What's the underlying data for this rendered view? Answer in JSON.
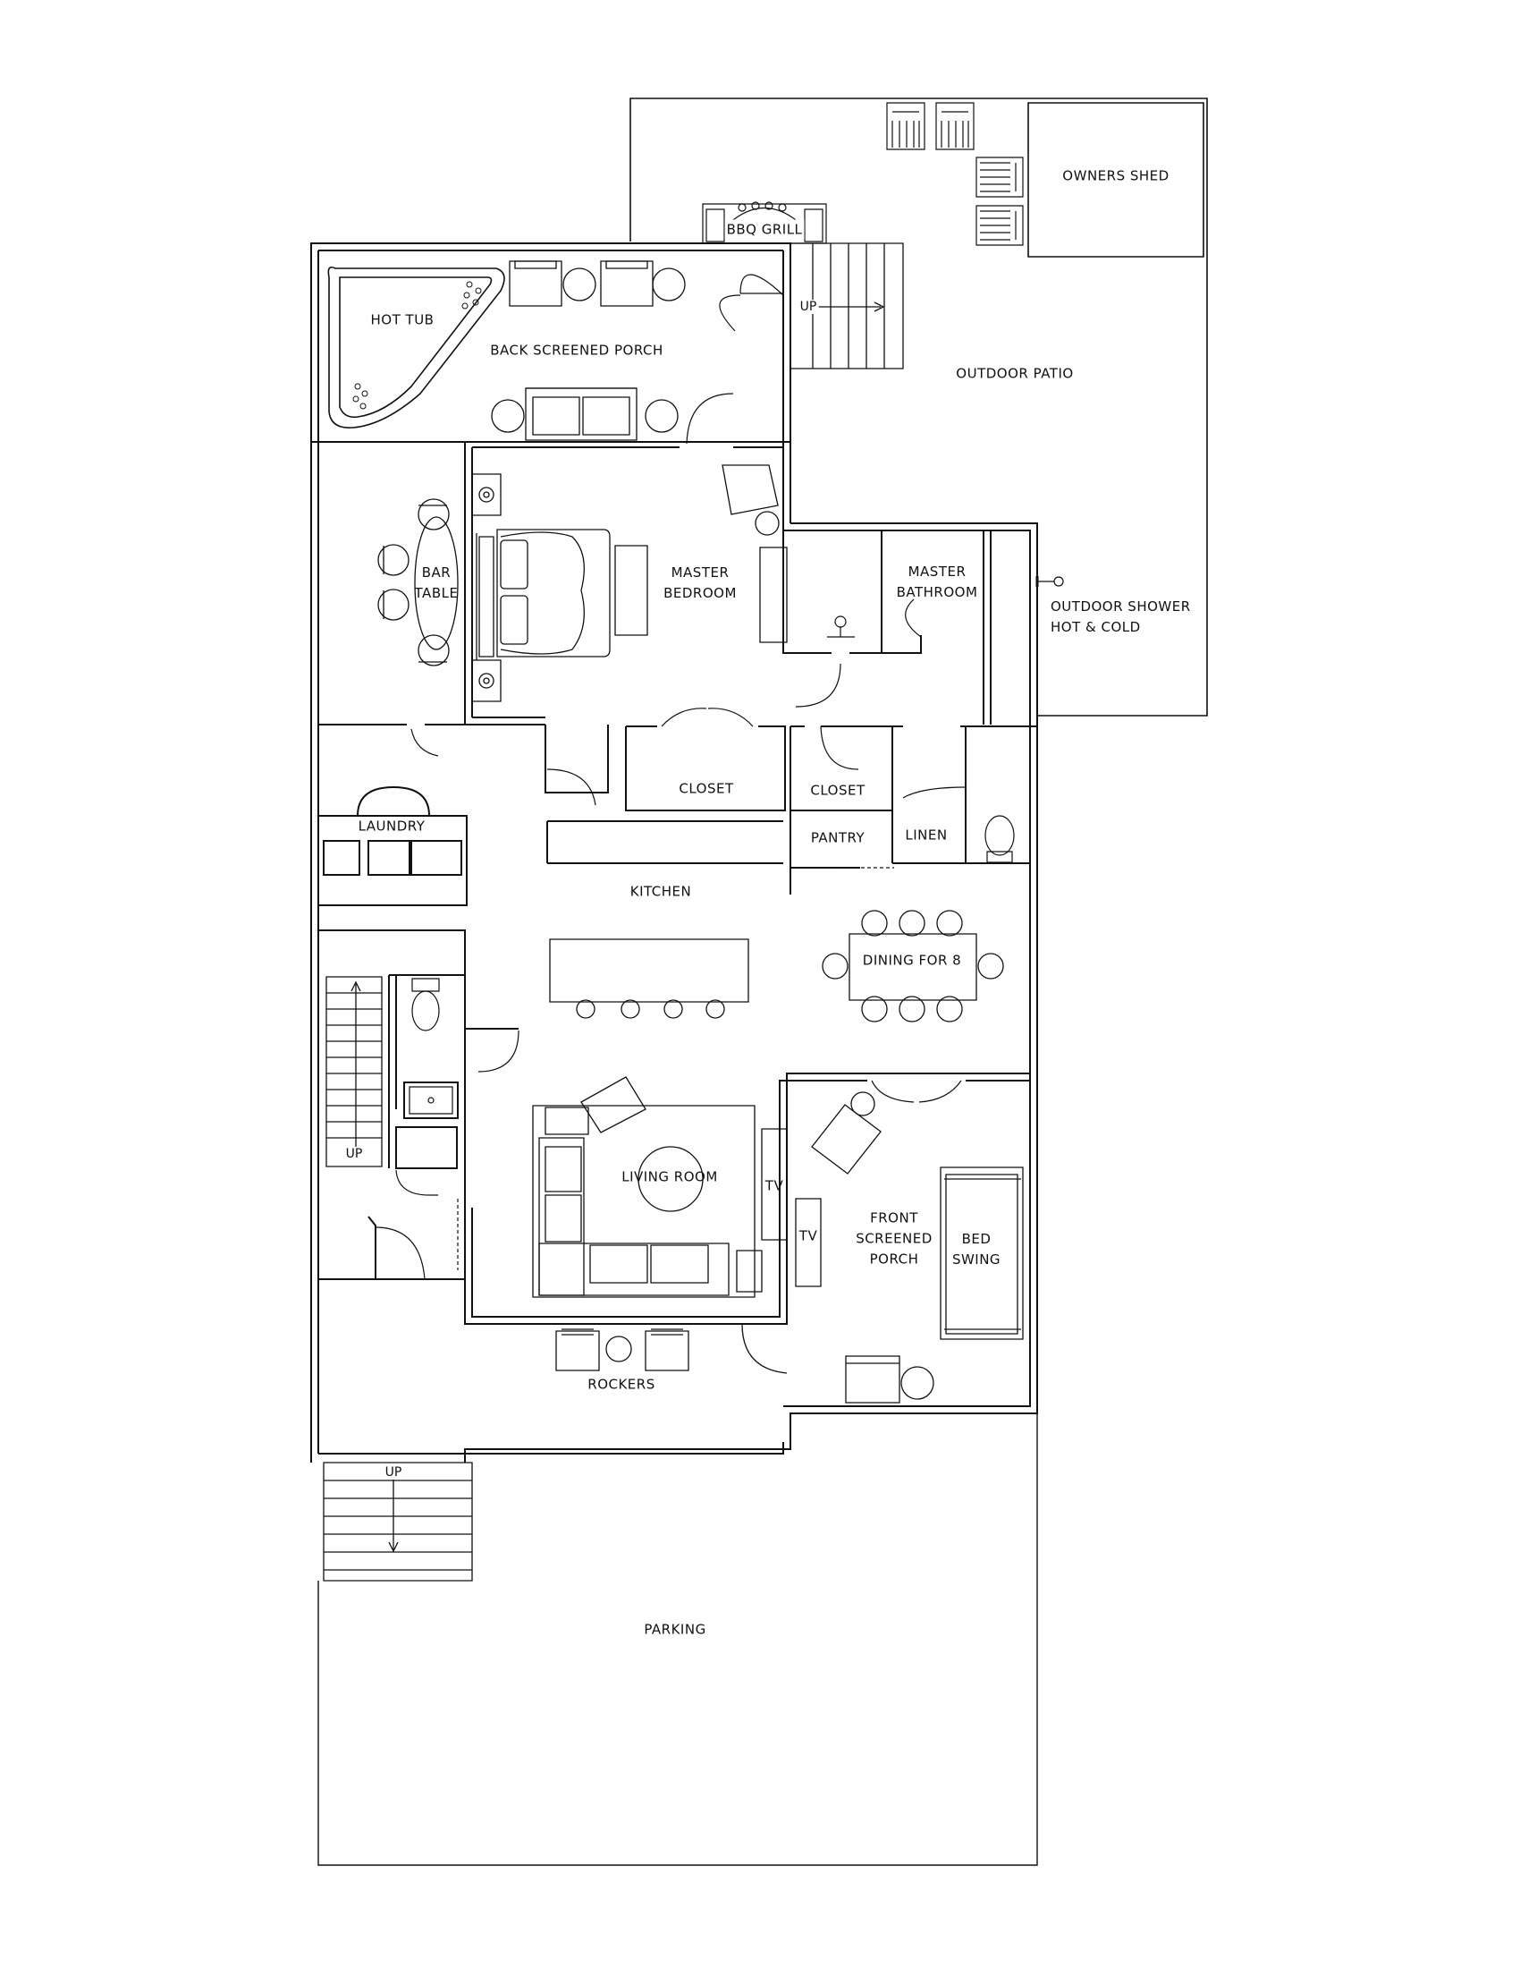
{
  "plan": {
    "labels": {
      "owners_shed": "OWNERS SHED",
      "bbq_grill": "BBQ GRILL",
      "hot_tub": "HOT TUB",
      "back_screened_porch": "BACK SCREENED PORCH",
      "outdoor_patio": "OUTDOOR PATIO",
      "bar_table": "BAR\nTABLE",
      "master_bedroom": "MASTER\nBEDROOM",
      "master_bathroom": "MASTER\nBATHROOM",
      "outdoor_shower": "OUTDOOR SHOWER\nHOT & COLD",
      "closet_1": "CLOSET",
      "closet_2": "CLOSET",
      "laundry": "LAUNDRY",
      "pantry": "PANTRY",
      "linen": "LINEN",
      "kitchen": "KITCHEN",
      "dining": "DINING FOR 8",
      "living_room": "LIVING ROOM",
      "tv_1": "TV",
      "tv_2": "TV",
      "front_screened_porch": "FRONT\nSCREENED\nPORCH",
      "bed_swing": "BED\nSWING",
      "rockers": "ROCKERS",
      "parking": "PARKING"
    },
    "stairs": {
      "back_up": "UP",
      "interior_up": "UP",
      "front_up": "UP"
    }
  }
}
